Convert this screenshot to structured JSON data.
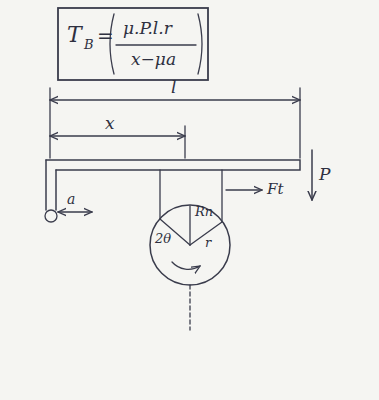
{
  "diagram": {
    "labels": [
      "T",
      "B",
      "=",
      "μ.P.l.r",
      "x−μa",
      "l",
      "x",
      "P",
      "Ft",
      "Rn",
      "2θ",
      "r",
      "a"
    ]
  }
}
